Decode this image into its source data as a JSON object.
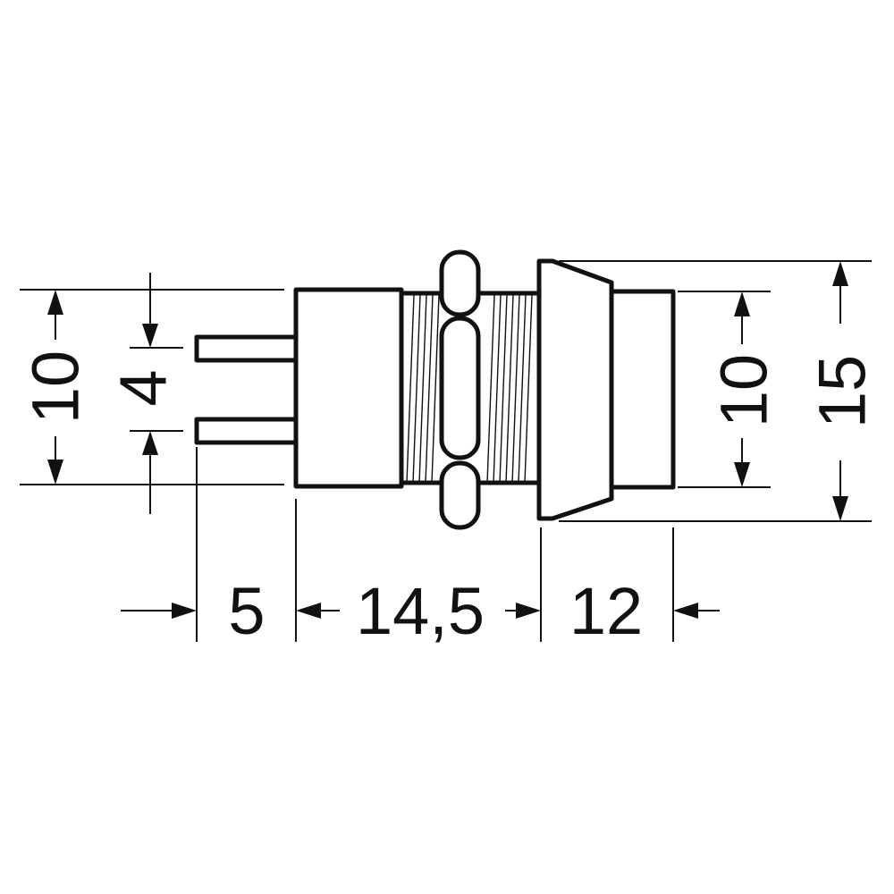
{
  "drawing": {
    "dimensions": {
      "body_height_left": "10",
      "pin_spacing": "4",
      "cap_height": "10",
      "flange_height": "15",
      "pin_length": "5",
      "body_length": "14,5",
      "cap_length": "12"
    },
    "colors": {
      "line": "#111111",
      "background": "#ffffff"
    }
  }
}
